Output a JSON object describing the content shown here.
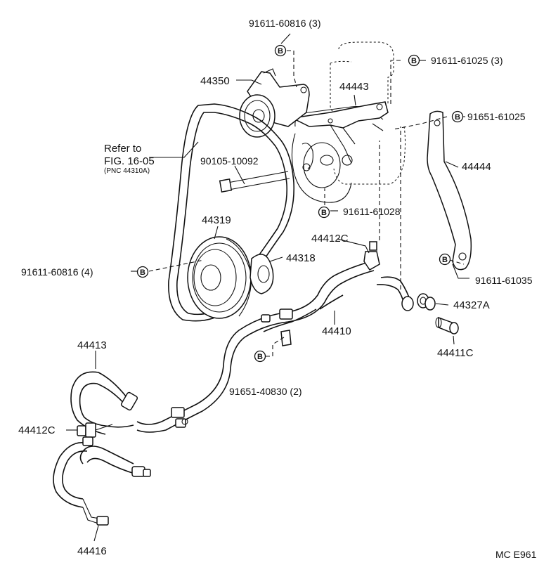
{
  "bolt_marker": "B",
  "labels": {
    "p_91611_60816_3": "91611-60816 (3)",
    "p_91611_61025_3": "91611-61025 (3)",
    "p_44350": "44350",
    "p_44443": "44443",
    "p_91651_61025": "91651-61025",
    "refer_line1": "Refer to",
    "refer_line2": "FIG. 16-05",
    "refer_line3": "(PNC 44310A)",
    "p_90105_10092": "90105-10092",
    "p_44444": "44444",
    "p_91611_61028": "91611-61028",
    "p_44319": "44319",
    "p_44412C_top": "44412C",
    "p_44318": "44318",
    "p_91611_60816_4": "91611-60816 (4)",
    "p_91611_61035": "91611-61035",
    "p_44327A": "44327A",
    "p_44410": "44410",
    "p_44413": "44413",
    "p_44411C": "44411C",
    "p_91651_40830_2": "91651-40830 (2)",
    "p_44412C_left": "44412C",
    "p_44416": "44416",
    "footer_code": "MC  E961"
  }
}
